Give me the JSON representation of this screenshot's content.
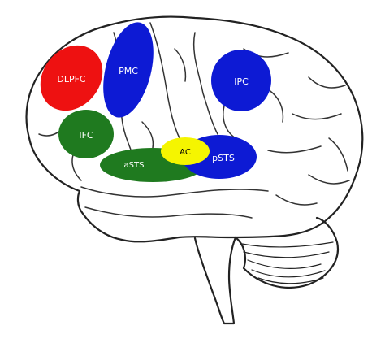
{
  "regions": [
    {
      "id": "dlpfc",
      "label": "DLPFC",
      "color": "#ee1111"
    },
    {
      "id": "pmc",
      "label": "PMC",
      "color": "#0d1ad4"
    },
    {
      "id": "ipc",
      "label": "IPC",
      "color": "#0d1ad4"
    },
    {
      "id": "ifc",
      "label": "IFC",
      "color": "#1f7a1f"
    },
    {
      "id": "asts",
      "label": "aSTS",
      "color": "#1f7a1f"
    },
    {
      "id": "psts",
      "label": "pSTS",
      "color": "#0d1ad4"
    },
    {
      "id": "ac",
      "label": "AC",
      "color": "#f5f500",
      "text_color": "#000000"
    }
  ],
  "brain": {
    "outline_color": "#222222",
    "fill": "#ffffff"
  }
}
